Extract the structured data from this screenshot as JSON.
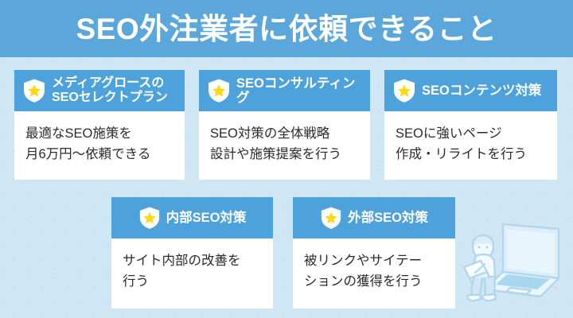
{
  "header": {
    "title": "SEO外注業者に依頼できること",
    "bg_color": "#5ba7dc",
    "text_color": "#ffffff"
  },
  "theme": {
    "page_bg": "#cfe6f5",
    "card_header_bg": "#4da2db",
    "card_body_bg": "#ffffff",
    "body_text_color": "#2b2b2b",
    "star_color": "#ffd814",
    "shield_color": "#ffffff",
    "illustration_color": "#b9d9ee"
  },
  "cards": [
    {
      "id": "media-growth-seo-select-plan",
      "icon": "shield-star-icon",
      "heading": "メディアグロースの\nSEOセレクトプラン",
      "heading_lines": 2,
      "heading_align": "left",
      "body": "最適なSEO施策を\n月6万円〜依頼できる",
      "body_align": "left"
    },
    {
      "id": "seo-consulting",
      "icon": "shield-star-icon",
      "heading": "SEOコンサルティング",
      "heading_lines": 1,
      "heading_align": "left",
      "body": "SEO対策の全体戦略\n設計や施策提案を行う",
      "body_align": "left"
    },
    {
      "id": "seo-content-measures",
      "icon": "shield-star-icon",
      "heading": "SEOコンテンツ対策",
      "heading_lines": 1,
      "heading_align": "left",
      "body": "SEOに強いページ\n作成・リライトを行う",
      "body_align": "left"
    },
    {
      "id": "internal-seo-measures",
      "icon": "shield-star-icon",
      "heading": "内部SEO対策",
      "heading_lines": 1,
      "heading_align": "center",
      "body": "サイト内部の改善を\n行う",
      "body_align": "left"
    },
    {
      "id": "external-seo-measures",
      "icon": "shield-star-icon",
      "heading": "外部SEO対策",
      "heading_lines": 1,
      "heading_align": "center",
      "body": "被リンクやサイテー\nションの獲得を行う",
      "body_align": "left"
    }
  ],
  "illustration": {
    "name": "person-with-laptop-illustration",
    "description": "person sitting holding a laptop beside a large open laptop"
  }
}
